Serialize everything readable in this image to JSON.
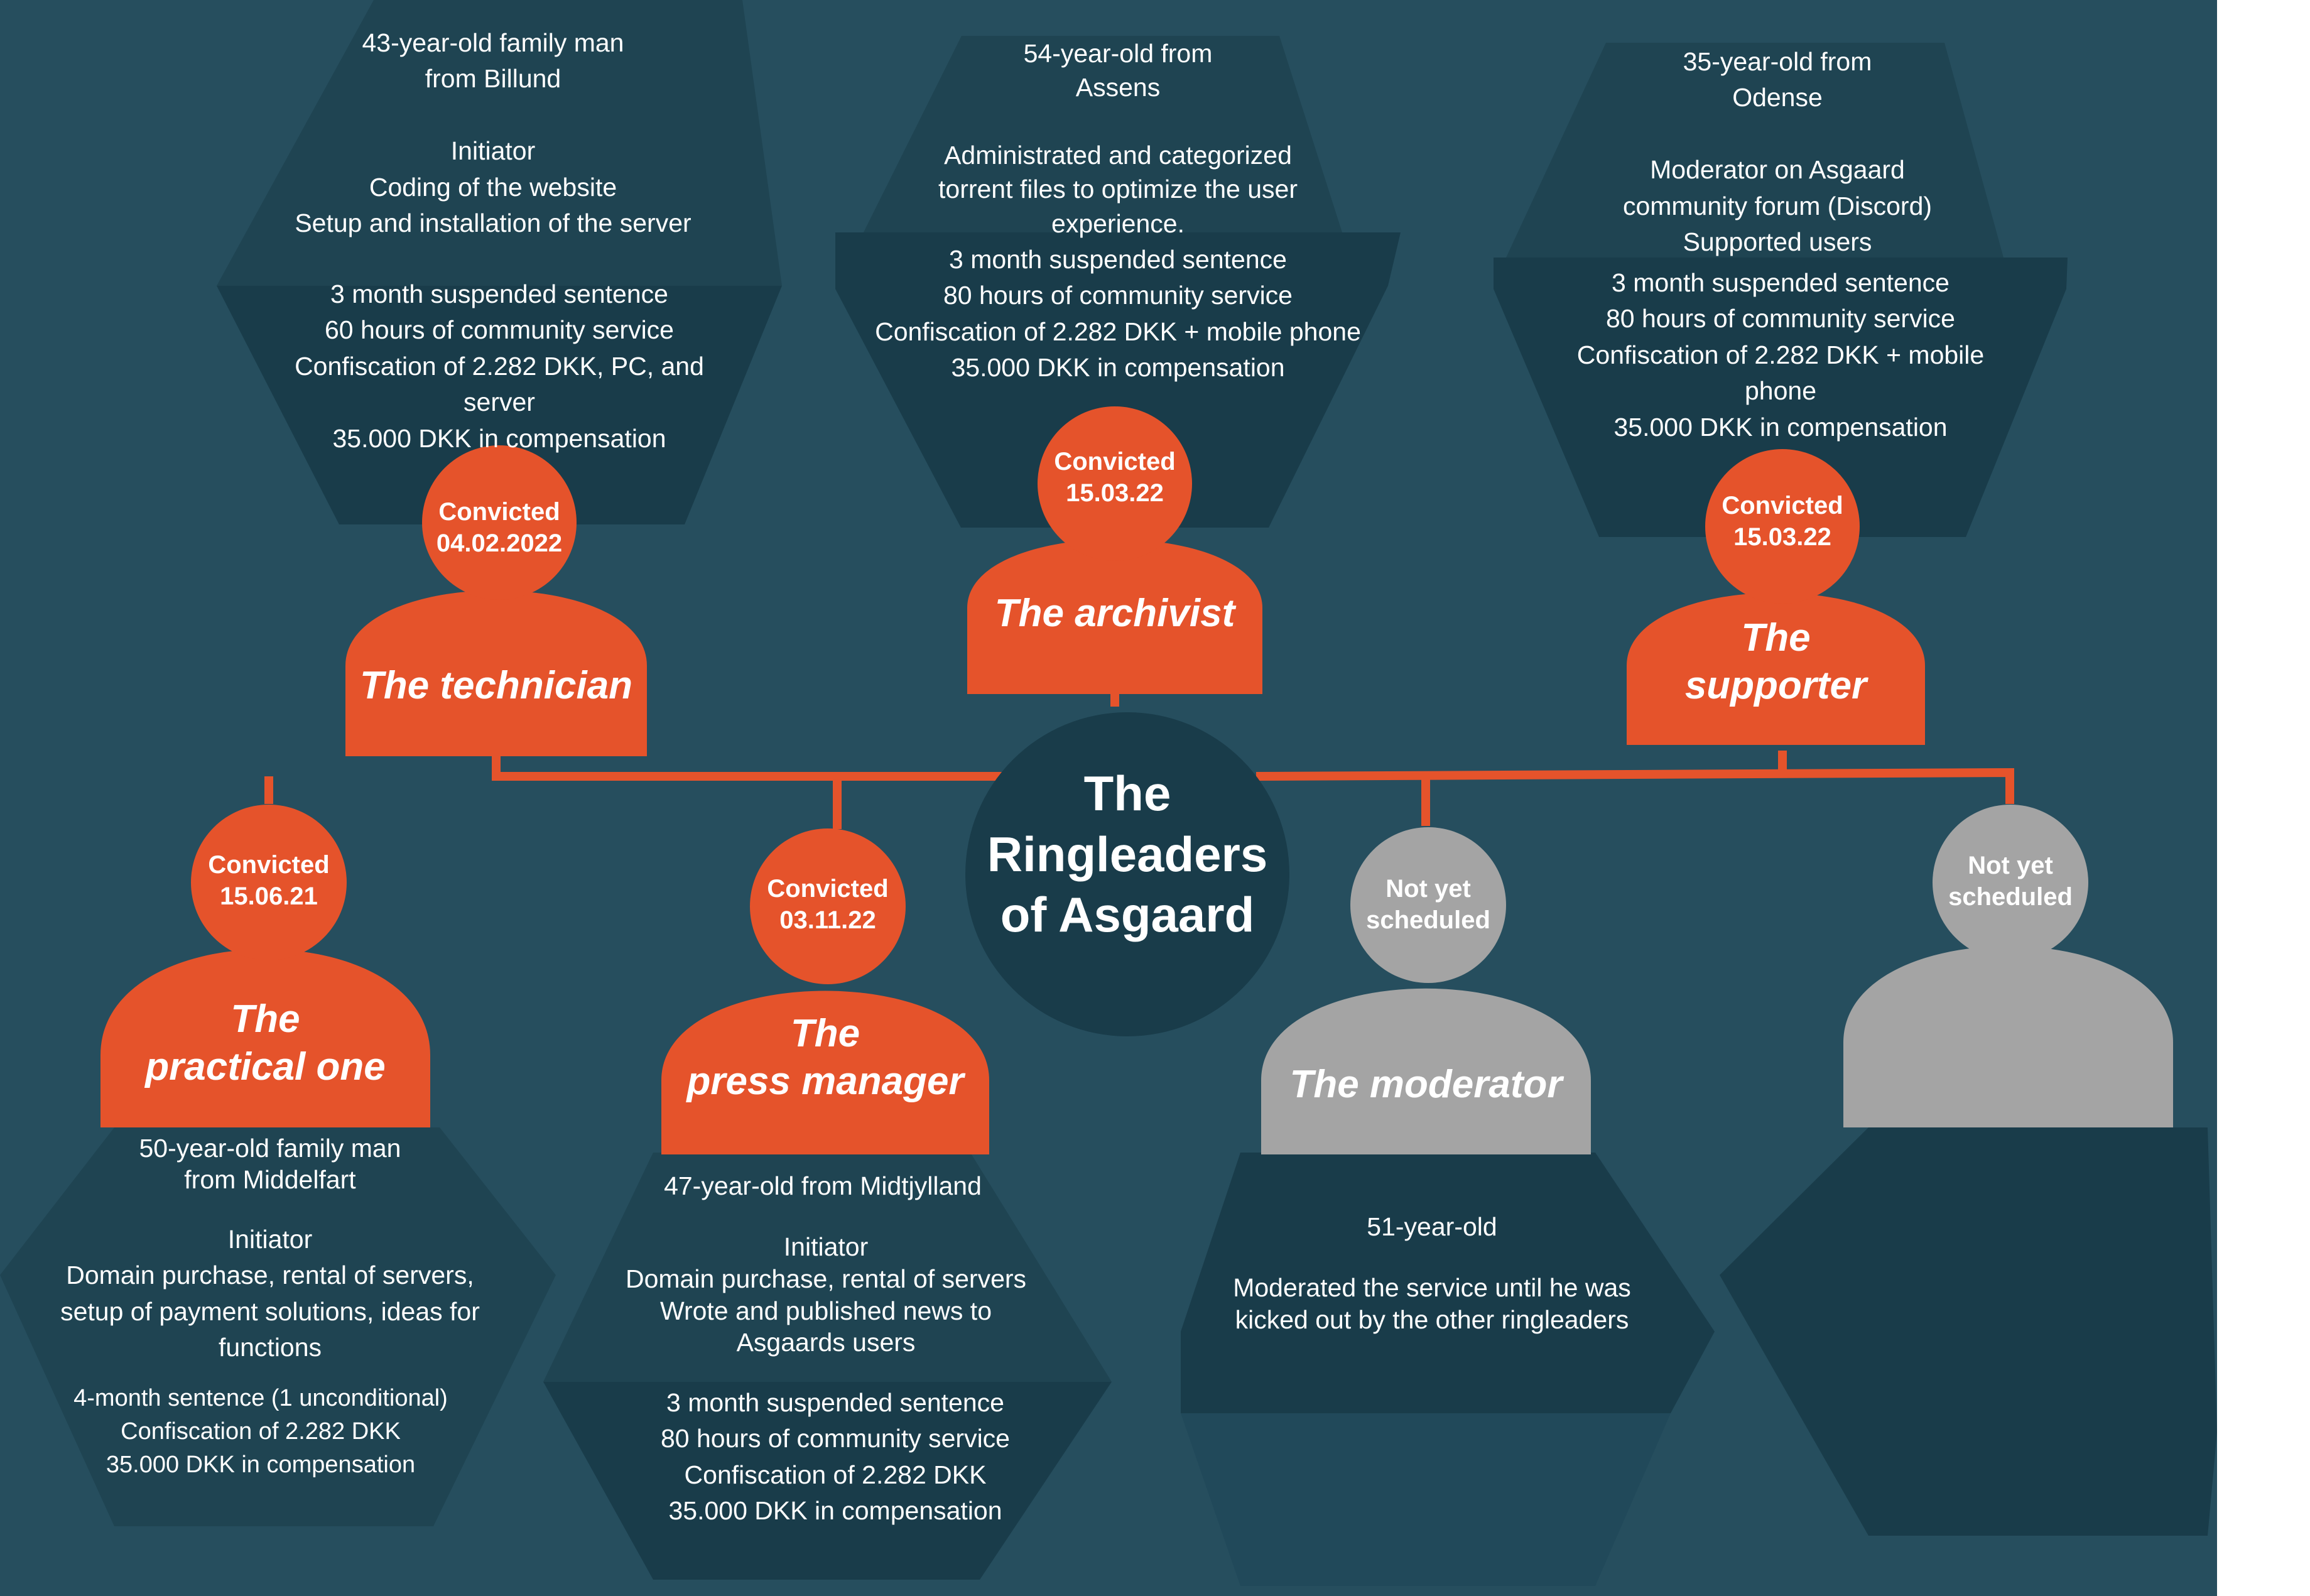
{
  "title": "The\nRingleaders\nof Asgaard",
  "colors": {
    "background": "#264e5e",
    "hex_upper": "#1f4452",
    "hex_lower": "#193c4a",
    "accent": "#e5532b",
    "pending": "#a4a4a4",
    "connector": "#e5532b"
  },
  "people": {
    "technician": {
      "role": "The technician",
      "badge": "Convicted\n04.02.2022",
      "profile": "43-year-old family man\nfrom Billund\n\nInitiator\nCoding of the website\nSetup and installation of the server",
      "sentence": "3 month suspended sentence\n60 hours of community service\nConfiscation of 2.282 DKK, PC, and\nserver\n35.000 DKK in compensation"
    },
    "archivist": {
      "role": "The archivist",
      "badge": "Convicted\n15.03.22",
      "profile": "54-year-old from\nAssens\n\nAdministrated and categorized\ntorrent files to optimize the user\nexperience.",
      "sentence": "3 month suspended sentence\n80 hours of community service\nConfiscation of 2.282 DKK + mobile phone\n35.000 DKK in compensation"
    },
    "supporter": {
      "role": "The\nsupporter",
      "badge": "Convicted\n15.03.22",
      "profile": "35-year-old from\nOdense\n\nModerator on Asgaard\ncommunity forum (Discord)\nSupported users",
      "sentence": "3 month suspended sentence\n80 hours of community service\nConfiscation of 2.282 DKK + mobile\nphone\n35.000 DKK in compensation"
    },
    "practical": {
      "role": "The\npractical one",
      "badge": "Convicted\n15.06.21",
      "profile_intro": "50-year-old family man\nfrom Middelfart",
      "profile": "Initiator\nDomain purchase, rental of servers,\nsetup of payment solutions, ideas for\nfunctions",
      "sentence": "4-month sentence (1 unconditional)\nConfiscation of 2.282 DKK\n35.000 DKK in compensation"
    },
    "press": {
      "role": "The\npress manager",
      "badge": "Convicted\n03.11.22",
      "profile_intro": "47-year-old from Midtjylland",
      "profile": "Initiator\nDomain purchase, rental of servers\nWrote and published news to\nAsgaards users",
      "sentence": "3 month suspended sentence\n80 hours of community service\nConfiscation of 2.282 DKK\n35.000 DKK in compensation"
    },
    "moderator": {
      "role": "The moderator",
      "badge": "Not yet\nscheduled",
      "profile_intro": "51-year-old",
      "profile": "Moderated the service until he was\nkicked out by the other ringleaders"
    },
    "unknown": {
      "role": "",
      "badge": "Not yet\nscheduled"
    }
  }
}
